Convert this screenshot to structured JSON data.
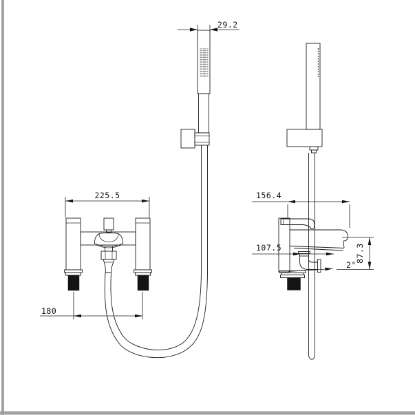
{
  "drawing": {
    "type": "technical-dimension-drawing",
    "subject": "bath shower mixer tap with handheld shower, front and side views",
    "units": "mm",
    "line_color": "#1c1c1c",
    "background": "#ffffff",
    "dimensions": {
      "handshower_width": "29.2",
      "deck_width": "225.5",
      "inlet_spacing": "180",
      "spout_reach": "156.4",
      "outlet_projection": "107.5",
      "spout_angle": "2°",
      "outlet_height": "87.3"
    }
  }
}
